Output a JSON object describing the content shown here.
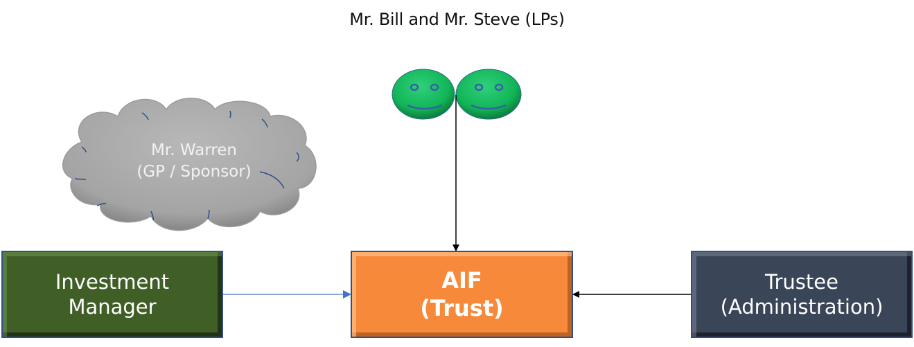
{
  "title": "Mr. Bill and Mr. Steve (LPs)",
  "nodes": {
    "lps": {
      "label": "Mr. Bill and Mr. Steve (LPs)",
      "icon": "two-smiley-faces",
      "color": "#12b558"
    },
    "sponsor": {
      "line1": "Mr. Warren",
      "line2": "(GP / Sponsor)",
      "shape": "cloud",
      "color": "#a8a8a8"
    },
    "investment_manager": {
      "line1": "Investment",
      "line2": "Manager",
      "color": "#3f5f27"
    },
    "aif": {
      "line1": "AIF",
      "line2": "(Trust)",
      "color": "#f78a3a"
    },
    "trustee": {
      "line1": "Trustee",
      "line2": "(Administration)",
      "color": "#3a4558"
    }
  },
  "edges": [
    {
      "from": "lps",
      "to": "aif",
      "color": "#000000"
    },
    {
      "from": "investment_manager",
      "to": "aif",
      "color": "#4472c4"
    },
    {
      "from": "trustee",
      "to": "aif",
      "color": "#000000"
    }
  ]
}
